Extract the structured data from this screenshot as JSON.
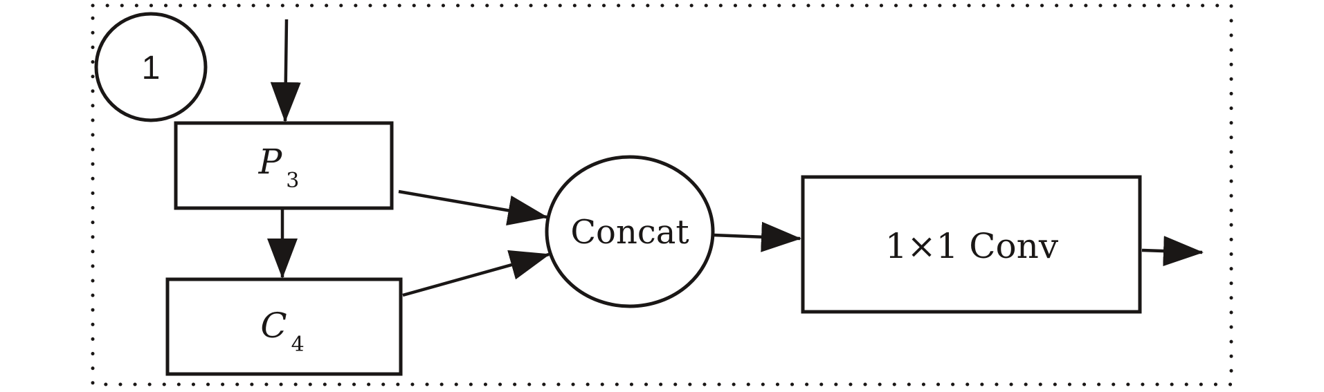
{
  "diagram": {
    "badge": "1",
    "nodes": {
      "p3": {
        "main": "P",
        "sub": "3"
      },
      "c4": {
        "main": "C",
        "sub": "4"
      },
      "concat": {
        "label": "Concat"
      },
      "conv": {
        "label": "1×1 Conv"
      }
    }
  },
  "colors": {
    "stroke": "#1a1716",
    "background": "#ffffff"
  }
}
